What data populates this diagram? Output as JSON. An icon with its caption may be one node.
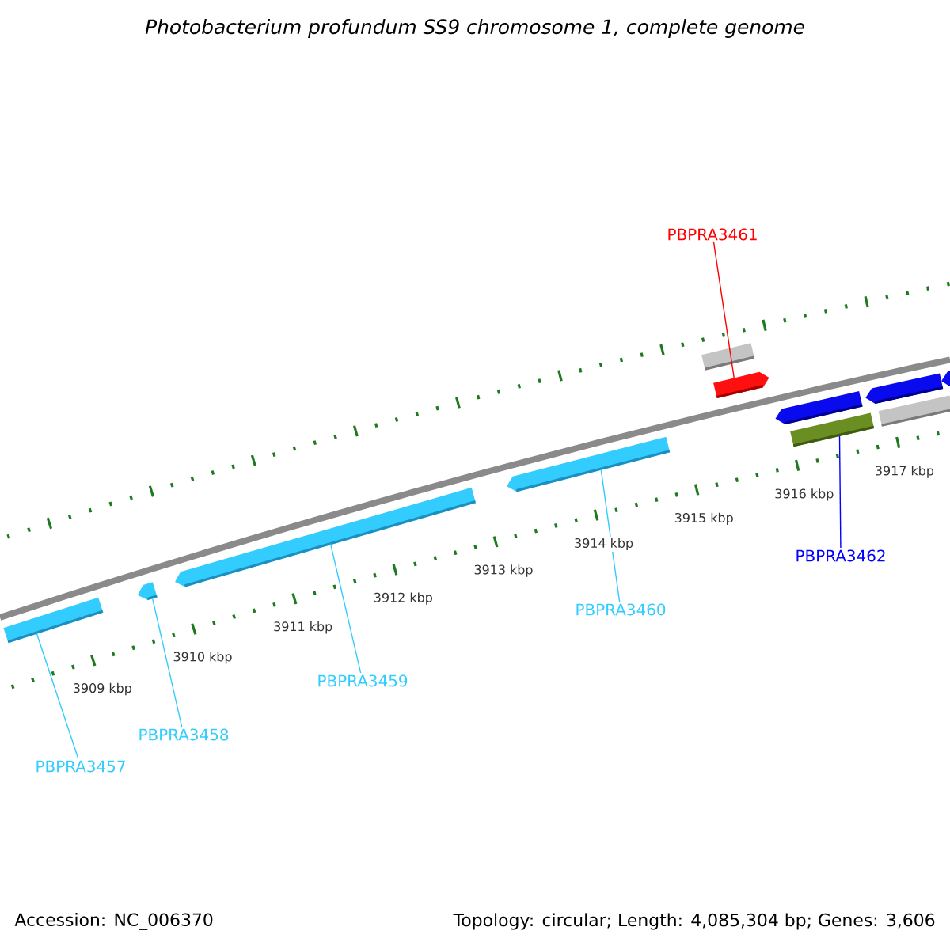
{
  "diagram": {
    "title": "Photobacterium profundum SS9 chromosome 1, complete genome",
    "nodes": [
      {
        "text": [
          "PBPRA3461"
        ]
      },
      {
        "text": [
          "PBPRA3462"
        ]
      },
      {
        "text": [
          "PBPRA3460"
        ]
      },
      {
        "text": [
          "PBPRA3459"
        ]
      },
      {
        "text": [
          "PBPRA3458"
        ]
      },
      {
        "text": [
          "PBPRA3457"
        ]
      },
      {
        "text": [],
        "shape": "bar"
      },
      {
        "text": [],
        "shape": "arrow"
      },
      {
        "text": [],
        "shape": "arrow"
      },
      {
        "text": [],
        "shape": "arrow"
      },
      {
        "text": [],
        "shape": "arrow"
      },
      {
        "text": [],
        "shape": "bar"
      }
    ],
    "edges": [
      {
        "from": 0,
        "to": 10,
        "arrow": "none",
        "color": "#ff0000"
      },
      {
        "from": 1,
        "to": 11,
        "arrow": "none",
        "color": "#0000ff"
      },
      {
        "from": 2,
        "to": 9,
        "arrow": "none"
      },
      {
        "from": 3,
        "to": 8,
        "arrow": "none"
      },
      {
        "from": 4,
        "to": 7,
        "arrow": "none"
      },
      {
        "from": 5,
        "to": 6,
        "arrow": "none"
      }
    ],
    "labels": [
      "3909 kbp",
      "3910 kbp",
      "3911 kbp",
      "3912 kbp",
      "3913 kbp",
      "3914 kbp",
      "3915 kbp",
      "3916 kbp",
      "3917 kbp",
      "Accession: NC_006370",
      "Topology: circular; Length: 4,085,304 bp; Genes: 3,606"
    ]
  }
}
